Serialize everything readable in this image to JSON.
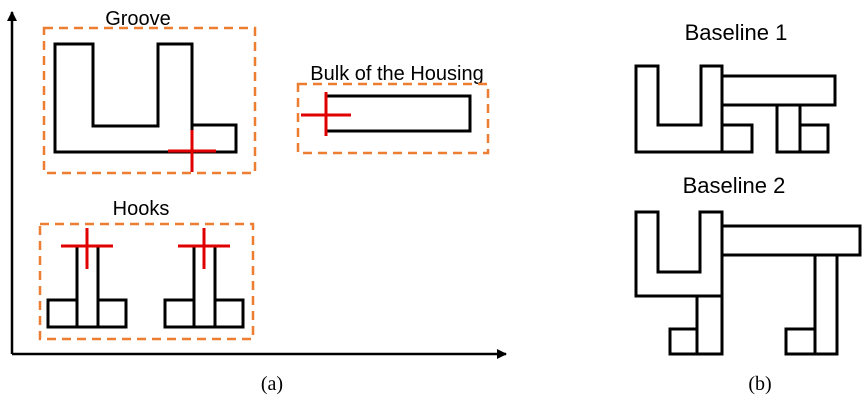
{
  "panel_a": {
    "groove_label": "Groove",
    "bulk_label": "Bulk of the Housing",
    "hooks_label": "Hooks",
    "caption": "(a)"
  },
  "panel_b": {
    "baseline1_label": "Baseline 1",
    "baseline2_label": "Baseline 2",
    "caption": "(b)"
  },
  "colors": {
    "outline": "#000000",
    "bounding_box": "#ED7D31",
    "origin_marker": "#E00000"
  }
}
